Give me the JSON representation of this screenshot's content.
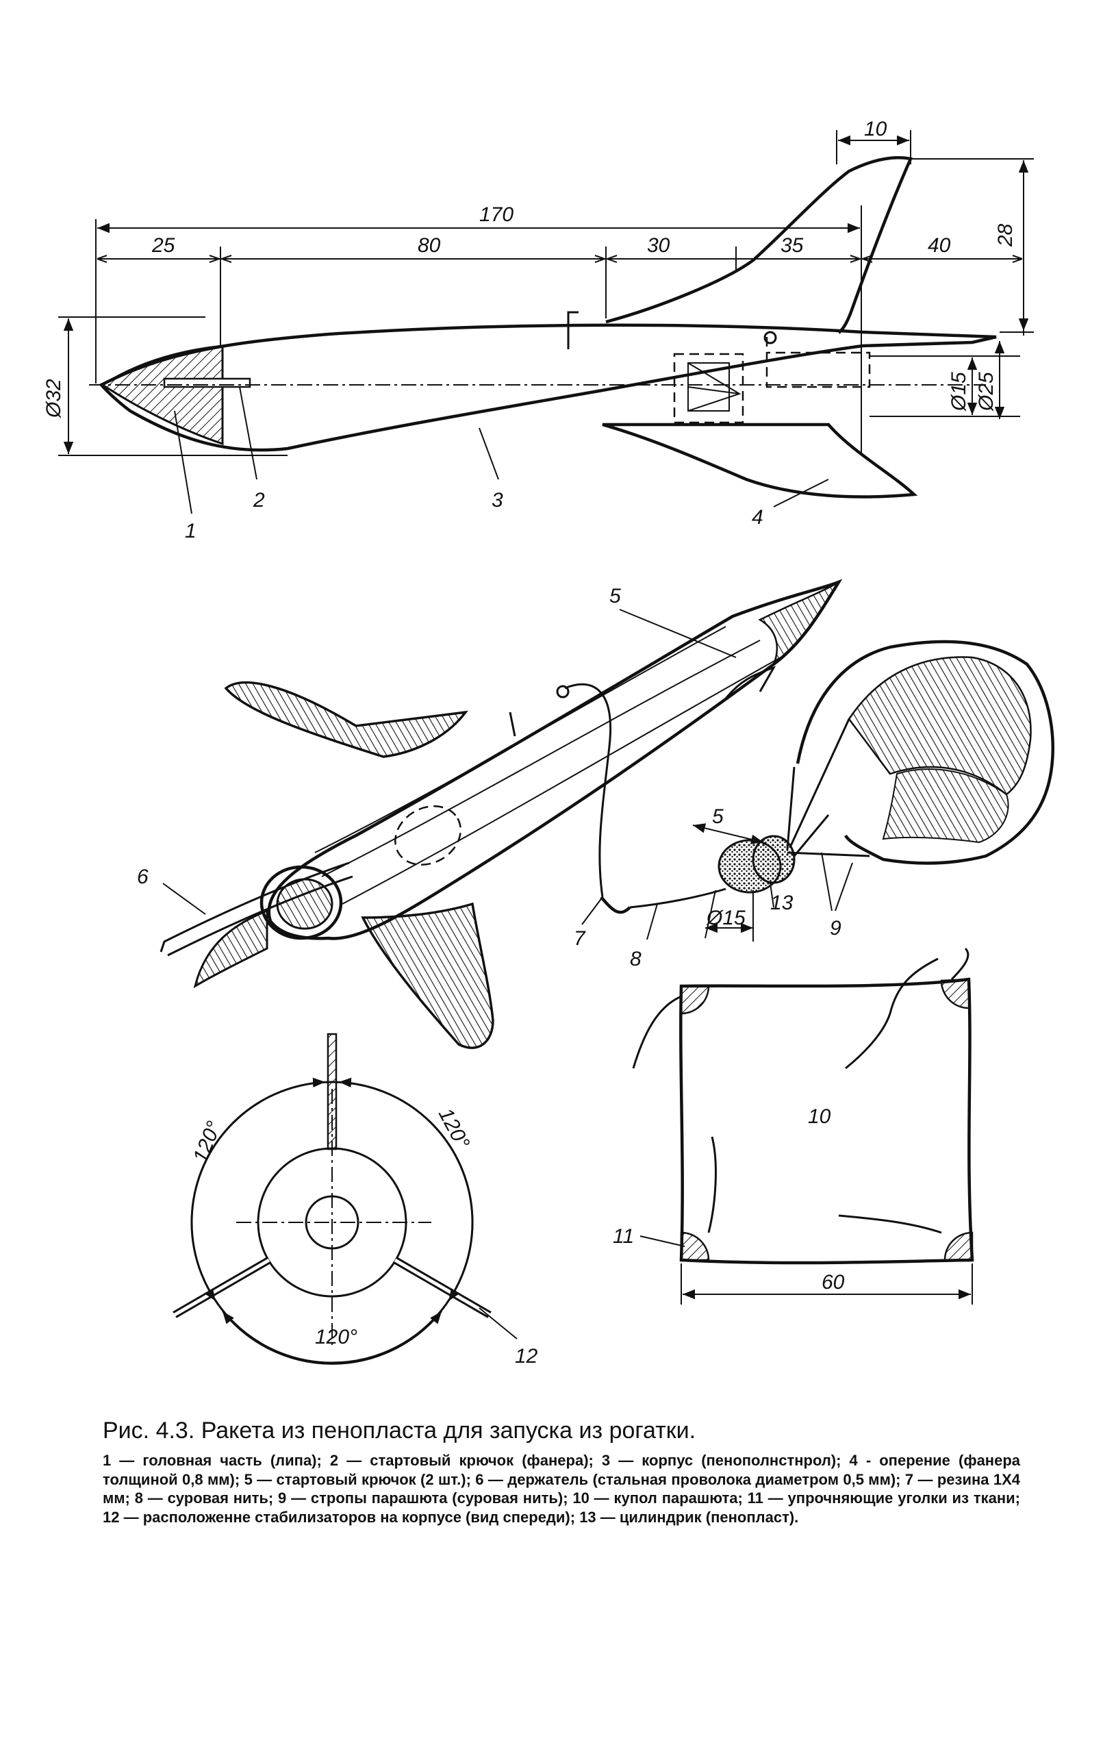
{
  "figure": {
    "side_view": {
      "dimensions": {
        "total_length": "170",
        "nose": "25",
        "body": "80",
        "fin_offset": "30",
        "fin_root": "35",
        "tail_overhang": "40",
        "fin_tip": "10",
        "fin_height": "28",
        "diameter_body": "Ø32",
        "diameter_inner": "Ø15",
        "diameter_outer": "Ø25"
      },
      "callouts": [
        "1",
        "2",
        "3",
        "4"
      ]
    },
    "perspective_view": {
      "callouts": [
        "5",
        "6",
        "7",
        "8",
        "9",
        "13"
      ],
      "dimensions": {
        "cylinder_length": "5",
        "cylinder_diameter": "Ø15"
      }
    },
    "front_view": {
      "angles": [
        "120°",
        "120°",
        "120°"
      ],
      "callout": "12"
    },
    "canopy_view": {
      "label": "10",
      "corner_callout": "11",
      "width": "60"
    }
  },
  "caption": {
    "title": "Рис. 4.3. Ракета из пенопласта для запуска из рогатки.",
    "body": "1 — головная часть (липа); 2 — стартовый крючок (фанера); 3 — корпус (пенополнстнрол); 4 - оперение (фанера толщиной 0,8 мм); 5 — стартовый крючок (2 шт.); 6 — держатель (стальная проволока диаметром 0,5 мм); 7 — резина 1Х4 мм; 8 — суровая нить; 9 — стропы парашюта (суровая нить); 10 — купол парашюта; 11 — упрочняющие уголки из ткани; 12 — расположенне стабилизаторов на корпусе (вид спереди); 13 — цилиндрик (пенопласт)."
  }
}
